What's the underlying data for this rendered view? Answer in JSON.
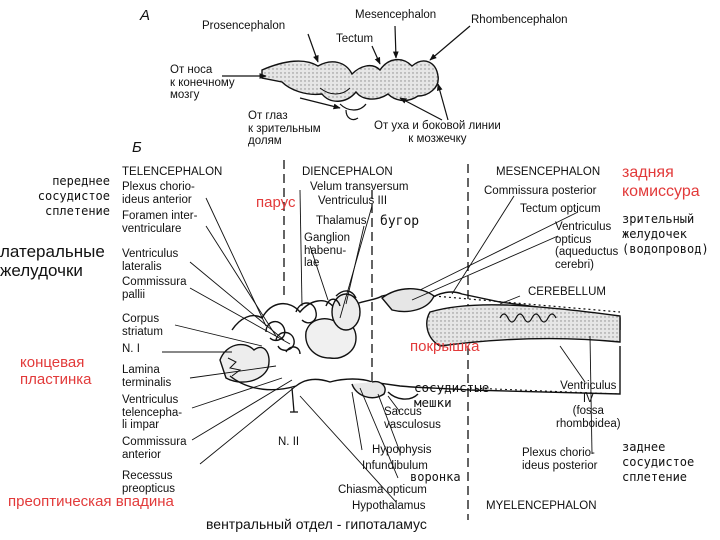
{
  "panel_a": {
    "letter": "А",
    "prosencephalon": "Prosencephalon",
    "mesencephalon": "Mesencephalon",
    "rhombencephalon": "Rhombencephalon",
    "tectum": "Tectum",
    "from_nose": "От носа\nк конечному\nмозгу",
    "from_eyes": "От глаз\nк зрительным\nдолям",
    "from_ear": "От уха и боковой линии\nк мозжечку"
  },
  "panel_b": {
    "letter": "Б",
    "telencephalon": "TELENCEPHALON",
    "diencephalon": "DIENCEPHALON",
    "mesencephalon": "MESENCEPHALON",
    "plexus_anterior": "Plexus chorio-\nideus anterior",
    "foramen": "Foramen inter-\nventriculare",
    "ventriculus_lateralis": "Ventriculus\nlateralis",
    "commissura_pallii": "Commissura\npallii",
    "corpus_striatum": "Corpus\nstriatum",
    "n1": "N. I",
    "lamina_terminalis": "Lamina\nterminalis",
    "ventriculus_telencephali": "Ventriculus\ntelencepha-\nli impar",
    "commissura_anterior": "Commissura\nanterior",
    "recessus_preopticus": "Recessus\npreopticus",
    "velum": "Velum transversum",
    "ventriculus_iii": "Ventriculus III",
    "thalamus": "Thalamus",
    "ganglion": "Ganglion\nhabenu-\nlae",
    "n2": "N. II",
    "saccus": "Saccus\nvasculosus",
    "hypophysis": "Hypophysis",
    "infundibulum": "Infundibulum",
    "chiasma": "Chiasma opticum",
    "hypothalamus": "Hypothalamus",
    "myelencephalon": "MYELENCEPHALON",
    "commissura_posterior": "Commissura posterior",
    "tectum_opticum": "Tectum opticum",
    "ventriculus_opticus": "Ventriculus\nopticus\n(aqueductus\ncerebri)",
    "cerebellum": "CEREBELLUM",
    "ventriculus_iv": "Ventriculus\nIV\n(fossa\nrhomboidea)",
    "plexus_posterior": "Plexus chorio-\nideus posterior"
  },
  "ru": {
    "anterior_plexus": "переднее\nсосудистое\nсплетение",
    "lateral_ventricles": "латеральные\nжелудочки",
    "terminal_plate": "концевая\nпластинка",
    "preoptic": "преоптическая впадина",
    "ventral_hypothalamus": "вентральный отдел - гипоталамус",
    "velum": "парус",
    "tubercle": "бугор",
    "posterior_commissure": "задняя\nкомиссура",
    "optic_ventricle": "зрительный\nжелудочек\n(водопровод)",
    "roof": "покрышка",
    "vascular_sacs": "сосудистые\nмешки",
    "funnel": "воронка",
    "posterior_plexus": "заднее\nсосудистое\nсплетение"
  },
  "colors": {
    "ink": "#111111",
    "red": "#e23a3a",
    "fill": "#dcdcdc"
  },
  "icons": [
    "arrow-icon"
  ]
}
